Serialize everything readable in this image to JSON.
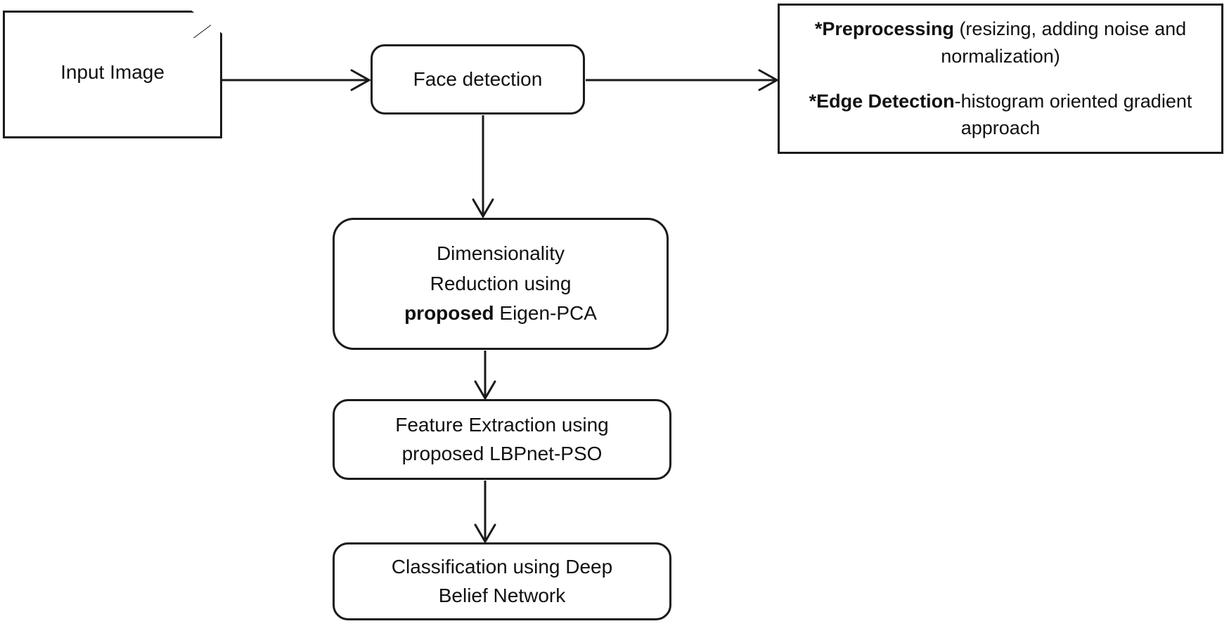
{
  "diagram": {
    "title": "Face recognition pipeline flowchart",
    "line_color": "#1a1a1a",
    "text_color": "#111111",
    "background": "#ffffff"
  },
  "nodes": {
    "input_image": {
      "label": "Input Image",
      "shape": "document"
    },
    "face_detection": {
      "label": "Face detection",
      "shape": "rounded-rectangle"
    },
    "preprocessing": {
      "shape": "rectangle",
      "line1_bold": "*Preprocessing",
      "line1_rest": " (resizing, adding noise and normalization)",
      "line2_bold": "*Edge Detection",
      "line2_rest": "-histogram oriented gradient approach"
    },
    "dimensionality": {
      "shape": "rounded-rectangle",
      "line1": "Dimensionality",
      "line2": "Reduction using",
      "line3_bold": "proposed",
      "line3_rest": " Eigen-PCA"
    },
    "feature_extraction": {
      "shape": "rounded-rectangle",
      "line1": "Feature Extraction using",
      "line2": "proposed LBPnet-PSO"
    },
    "classification": {
      "shape": "rounded-rectangle",
      "line1": "Classification using Deep",
      "line2": "Belief Network"
    }
  },
  "edges": [
    {
      "id": "input-to-face",
      "from": "input_image",
      "to": "face_detection",
      "direction": "right",
      "arrowhead": "open"
    },
    {
      "id": "face-to-preprocessing",
      "from": "face_detection",
      "to": "preprocessing",
      "direction": "right",
      "arrowhead": "open"
    },
    {
      "id": "face-to-dimensionality",
      "from": "face_detection",
      "to": "dimensionality",
      "direction": "down",
      "arrowhead": "open"
    },
    {
      "id": "dimensionality-to-feature",
      "from": "dimensionality",
      "to": "feature_extraction",
      "direction": "down",
      "arrowhead": "open"
    },
    {
      "id": "feature-to-classification",
      "from": "feature_extraction",
      "to": "classification",
      "direction": "down",
      "arrowhead": "open"
    }
  ]
}
